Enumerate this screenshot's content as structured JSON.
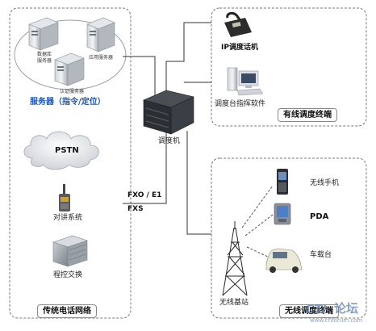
{
  "servers": {
    "db_line1": "数据库",
    "db_line2": "服务器",
    "app": "应用服务器",
    "auth": "认证服务器",
    "group_label": "服务器（指令/定位）"
  },
  "pstn": "PSTN",
  "intercom": "对讲系统",
  "pbx": "程控交换",
  "left_box_title": "传统电话网络",
  "dispatcher": "调度机",
  "link_fxo": "FXO / E1",
  "link_fxs": "FXS",
  "ip_phone": "IP调度话机",
  "console_software": "调度台指挥软件",
  "wired_box_title": "有线调度终端",
  "wireless_phone": "无线手机",
  "pda": "PDA",
  "vehicle": "车载台",
  "base_station": "无线基站",
  "wireless_box_title": "无线调度终端",
  "watermark": {
    "logo_letters": "CTI",
    "logo_text": "论坛",
    "url": "www.ctiforum.com"
  }
}
